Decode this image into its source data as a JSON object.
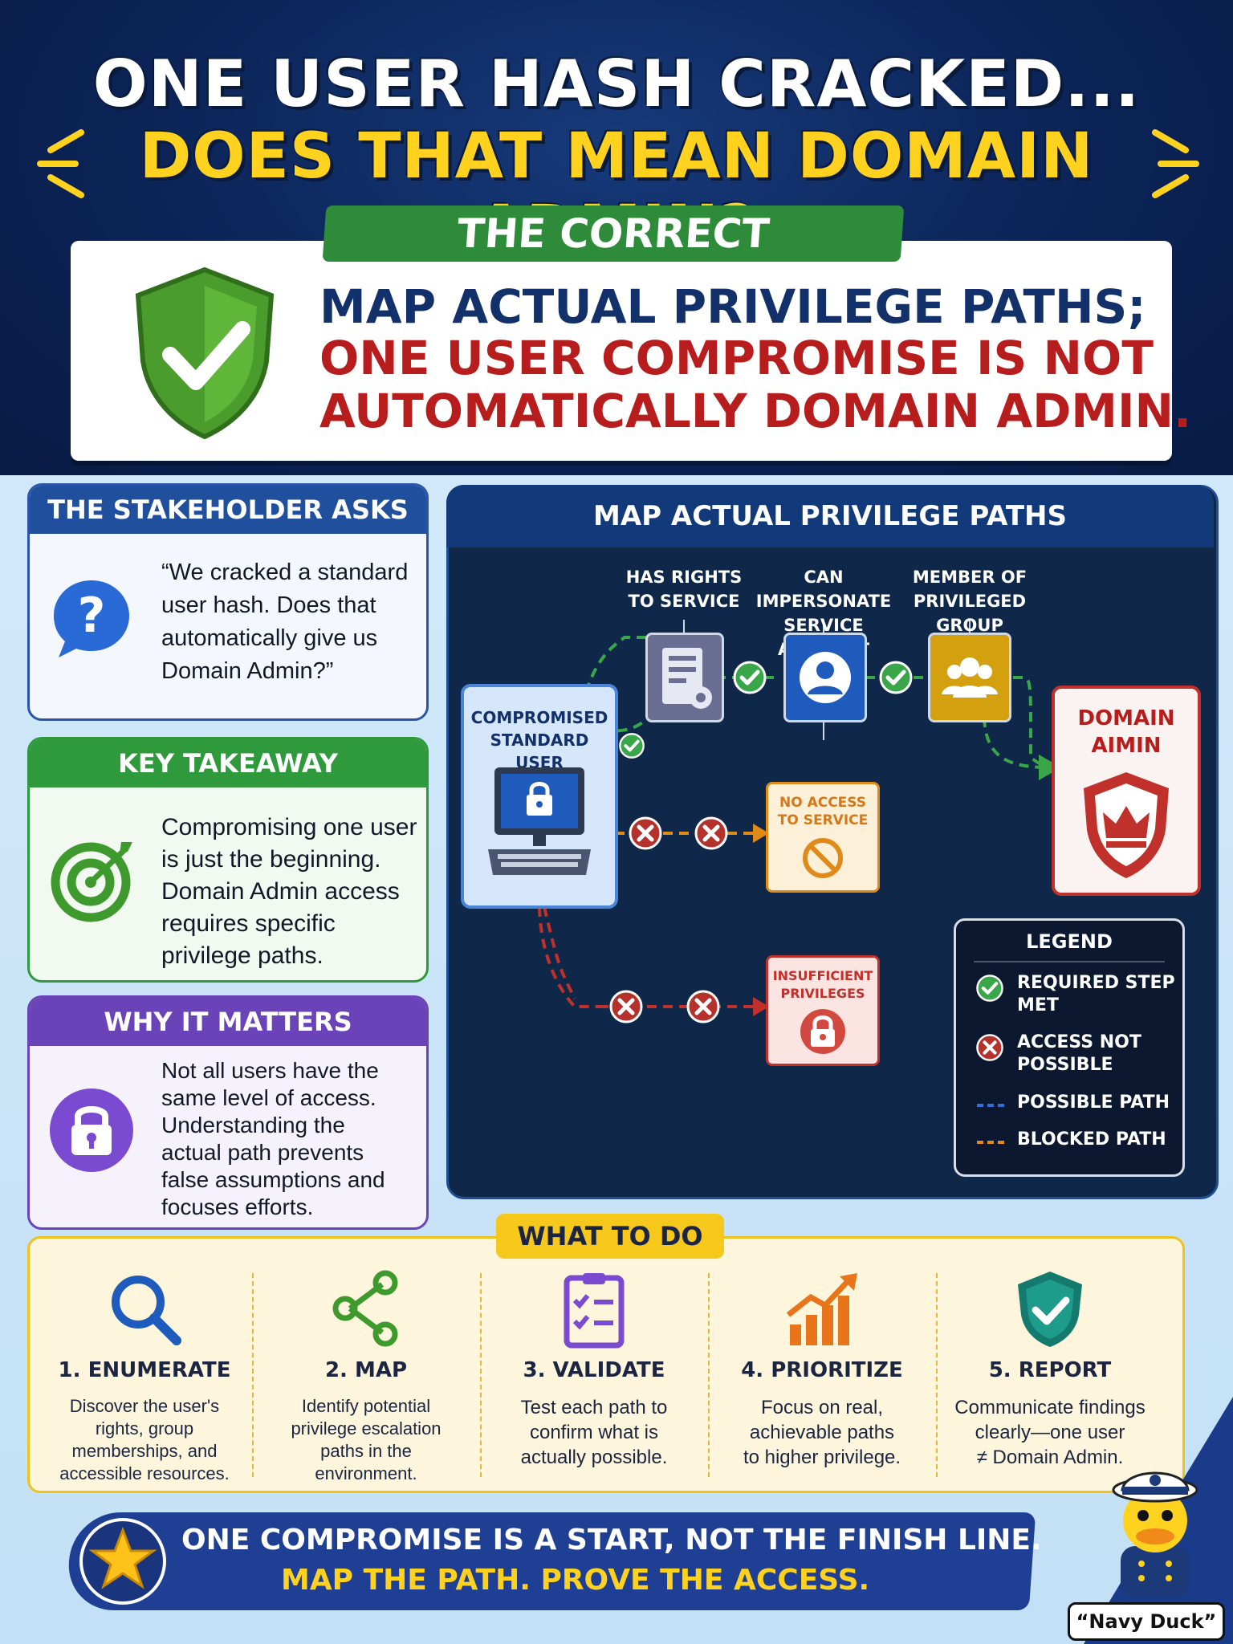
{
  "header": {
    "title_line1": "ONE USER HASH CRACKED...",
    "title_line2": "DOES THAT MEAN DOMAIN ADMIN?",
    "correct_label": "THE CORRECT RESPONSE:",
    "answer_line1": "MAP ACTUAL PRIVILEGE PATHS;",
    "answer_line2": "ONE USER COMPROMISE IS NOT",
    "answer_line3": "AUTOMATICALLY DOMAIN ADMIN."
  },
  "stakeholder": {
    "heading": "THE STAKEHOLDER ASKS",
    "lines": [
      "“We cracked a standard",
      "user hash. Does that",
      "automatically give us",
      "Domain Admin?”"
    ]
  },
  "key_takeaway": {
    "heading": "KEY TAKEAWAY",
    "lines": [
      "Compromising one user",
      "is just the beginning.",
      "Domain Admin access",
      "requires specific",
      "privilege paths."
    ]
  },
  "why_matters": {
    "heading": "WHY IT MATTERS",
    "lines": [
      "Not all users have the",
      "same level of access.",
      "Understanding the",
      "actual path prevents",
      "false assumptions and",
      "focuses efforts."
    ]
  },
  "diagram": {
    "heading": "MAP ACTUAL PRIVILEGE PATHS",
    "steps": [
      {
        "line1": "HAS RIGHTS",
        "line2": "TO SERVICE"
      },
      {
        "line1": "CAN IMPERSONATE",
        "line2": "SERVICE ACCOUNT"
      },
      {
        "line1": "MEMBER OF",
        "line2": "PRIVILEGED GROUP"
      }
    ],
    "start_line1": "COMPROMISED",
    "start_line2": "STANDARD USER",
    "target_line1": "DOMAIN",
    "target_line2": "AIMIN",
    "blocked1_line1": "NO ACCESS",
    "blocked1_line2": "TO SERVICE",
    "blocked2_line1": "INSUFFICIENT",
    "blocked2_line2": "PRIVILEGES"
  },
  "legend": {
    "heading": "LEGEND",
    "met_line1": "REQUIRED STEP",
    "met_line2": "MET",
    "notpossible_line1": "ACCESS NOT",
    "notpossible_line2": "POSSIBLE",
    "possible": "POSSIBLE PATH",
    "blocked": "BLOCKED PATH"
  },
  "todo": {
    "heading": "WHAT TO DO",
    "steps": [
      {
        "title": "1. ENUMERATE",
        "lines": [
          "Discover the user's",
          "rights, group",
          "memberships, and",
          "accessible resources."
        ],
        "icon": "magnifier-icon"
      },
      {
        "title": "2. MAP",
        "lines": [
          "Identify potential",
          "privilege escalation",
          "paths in the",
          "environment."
        ],
        "icon": "graph-nodes-icon"
      },
      {
        "title": "3. VALIDATE",
        "lines": [
          "Test each path to",
          "confirm what is",
          "actually possible."
        ],
        "icon": "checklist-icon"
      },
      {
        "title": "4. PRIORITIZE",
        "lines": [
          "Focus on real,",
          "achievable paths",
          "to higher privilege."
        ],
        "icon": "rising-chart-icon"
      },
      {
        "title": "5. REPORT",
        "lines": [
          "Communicate findings",
          "clearly—one user",
          "≠ Domain Admin."
        ],
        "icon": "shield-check-icon"
      }
    ]
  },
  "footer": {
    "line1": "ONE COMPROMISE IS A START, NOT THE FINISH LINE.",
    "line2": "MAP THE PATH. PROVE THE ACCESS.",
    "mascot_label": "“Navy Duck”"
  },
  "colors": {
    "navy": "#0b2356",
    "yellow": "#ffd21f",
    "green": "#2e9a3c",
    "red": "#b81d1d",
    "purple": "#6a43b8",
    "orange": "#e08a1a"
  }
}
